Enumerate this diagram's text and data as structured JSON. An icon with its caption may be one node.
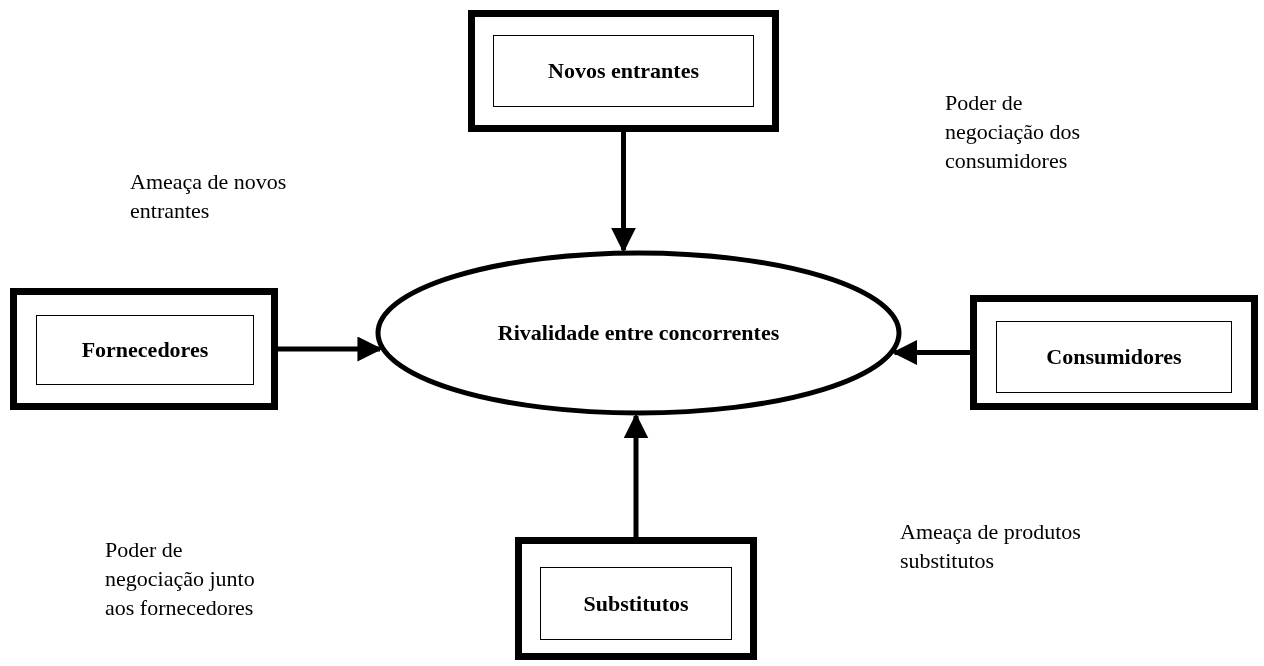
{
  "diagram": {
    "nodes": [
      {
        "text": [],
        "shape": "box"
      },
      {
        "text": [
          "Novos entrantes"
        ],
        "in": 0
      },
      {
        "text": [],
        "shape": "box"
      },
      {
        "text": [
          "Fornecedores"
        ],
        "in": 2
      },
      {
        "text": [
          "Rivalidade entre concorrentes"
        ]
      },
      {
        "text": [],
        "shape": "box"
      },
      {
        "text": [
          "Consumidores"
        ],
        "in": 5
      },
      {
        "text": [],
        "shape": "box"
      },
      {
        "text": [
          "Substitutos"
        ],
        "in": 7
      }
    ],
    "edges": [
      {
        "from": 0,
        "to": 4,
        "arrow": "to"
      },
      {
        "from": 2,
        "to": 4,
        "arrow": "to"
      },
      {
        "from": 5,
        "to": 4,
        "arrow": "to"
      },
      {
        "from": 7,
        "to": 4,
        "arrow": "to"
      }
    ],
    "labels": [
      "Poder de negociação dos consumidores",
      "Ameaça de novos entrantes",
      "Ameaça de produtos substitutos",
      "Poder de negociação junto aos fornecedores"
    ]
  }
}
